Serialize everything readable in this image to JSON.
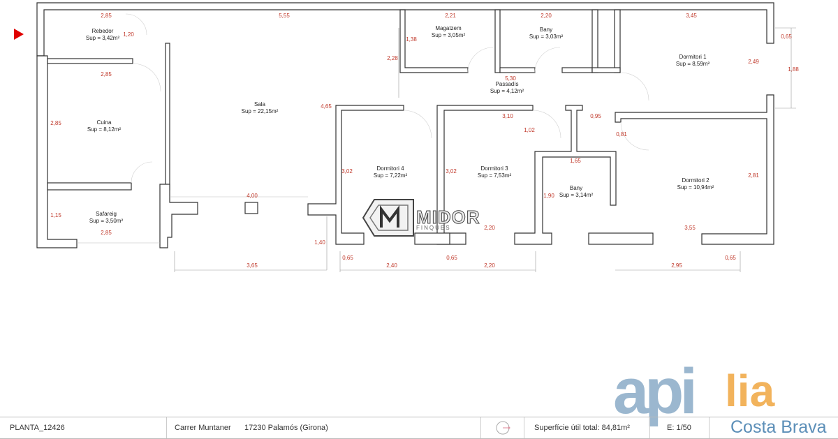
{
  "rooms": [
    {
      "name": "Rebedor",
      "area": "Sup = 3,42m²"
    },
    {
      "name": "Cuina",
      "area": "Sup = 8,12m²"
    },
    {
      "name": "Safareig",
      "area": "Sup = 3,50m²"
    },
    {
      "name": "Sala",
      "area": "Sup = 22,15m²"
    },
    {
      "name": "Magatzem",
      "area": "Sup = 3,05m²"
    },
    {
      "name": "Bany",
      "area": "Sup = 3,03m²"
    },
    {
      "name": "Passadís",
      "area": "Sup = 4,12m²"
    },
    {
      "name": "Dormitori 1",
      "area": "Sup = 8,59m²"
    },
    {
      "name": "Dormitori 4",
      "area": "Sup = 7,22m²"
    },
    {
      "name": "Dormitori 3",
      "area": "Sup = 7,53m²"
    },
    {
      "name": "Bany",
      "area": "Sup = 3,14m²"
    },
    {
      "name": "Dormitori 2",
      "area": "Sup = 10,94m²"
    }
  ],
  "dimensions": [
    "2,85",
    "1,20",
    "5,55",
    "2,21",
    "2,20",
    "3,45",
    "0,65",
    "1,38",
    "2,28",
    "2,85",
    "2,49",
    "1,88",
    "5,30",
    "4,65",
    "2,85",
    "3,10",
    "0,95",
    "1,02",
    "0,81",
    "3,02",
    "3,02",
    "1,65",
    "2,81",
    "1,90",
    "4,00",
    "1,15",
    "2,85",
    "2,20",
    "3,55",
    "1,40",
    "0,65",
    "2,40",
    "0,65",
    "2,20",
    "2,95",
    "0,65",
    "3,65"
  ],
  "footer": {
    "plan_code": "PLANTA_12426",
    "street": "Carrer Muntaner",
    "city": "17230 Palamós (Girona)",
    "surface": "Superfície útil total: 84,81m²",
    "scale": "E: 1/50"
  },
  "logos": {
    "watermark_main": "MIDOR",
    "watermark_sub": "FINQUES",
    "brand_a": "api",
    "brand_b": "lia",
    "brand_sub": "Costa Brava"
  },
  "colors": {
    "dimension": "#c0392b",
    "marker": "#e00000",
    "brand_blue": "#9bb7cf",
    "brand_orange": "#f2b35c"
  }
}
